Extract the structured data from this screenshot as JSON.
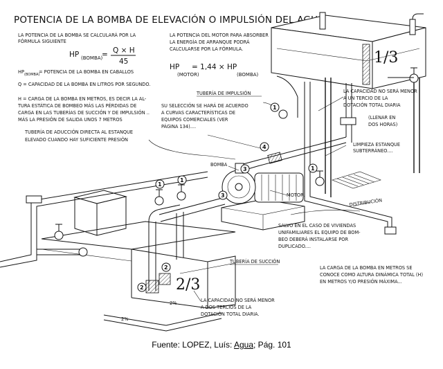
{
  "title": "POTENCIA DE LA BOMBA DE ELEVACIÓN O IMPULSIÓN DEL AGUA",
  "left_formula": {
    "intro": [
      "LA POTENCIA DE LA BOMBA SE CALCULARÁ POR LA",
      "FÓRMULA SIGUIENTE"
    ],
    "lhs": "HP",
    "lhs_sub": "(BOMBA)",
    "numerator": "Q × H",
    "denominator": "45"
  },
  "right_formula": {
    "intro": [
      "LA POTENCIA DEL MOTOR PARA ABSORBER",
      "LA ENERGÍA DE ARRANQUE PODRÁ",
      "CALCULARSE POR LA FÓRMULA."
    ],
    "lhs": "HP",
    "lhs_sub": "(MOTOR)",
    "rhs": "= 1,44 × HP",
    "rhs_sub": "(BOMBA)"
  },
  "definitions": {
    "hp_term": "HP",
    "hp_sub": "(BOMBA)",
    "hp_def": "= POTENCIA DE LA BOMBA EN CABALLOS",
    "q_def": "Q = CAPACIDAD DE LA BOMBA EN LITROS POR SEGUNDO.",
    "h_def": [
      "H = CARGA DE LA BOMBA EN METROS, ES DECIR LA AL-",
      "TURA ESTÁTICA DE BOMBEO MÁS LAS PÉRDIDAS DE",
      "CARGA EN LAS TUBERÍAS DE SUCCIÓN Y DE IMPULSIÓN ..",
      "MÁS LA PRESIÓN DE SALIDA UNOS 7 METROS"
    ],
    "aduccion": [
      "TUBERÍA DE ADUCCIÓN DIRECTA AL ESTANQUE",
      "ELEVADO CUANDO HAY SUFICIENTE PRESIÓN"
    ]
  },
  "labels": {
    "tuberia_impulsion": "TUBERÍA DE IMPULSIÓN",
    "seleccion": [
      "SU SELECCIÓN SE HARÁ DE ACUERDO",
      "A CURVAS CARACTERÍSTICAS DE",
      "EQUIPOS COMERCIALES (VER",
      "PÁGINA 134)...."
    ],
    "bomba": "BOMBA",
    "motor": "MOTOR.",
    "capacidad_superior": [
      "LA CAPACIDAD NO SERÁ MENOR",
      "A UN TERCIO DE LA",
      "DOTACIÓN TOTAL DIARIA"
    ],
    "llenar": [
      "(LLENAR EN",
      "DOS HORAS)"
    ],
    "limpieza": [
      "LIMPIEZA ESTANQUE",
      "SUBTERRÁNEO...."
    ],
    "distribucion": "DISTRIBUCIÓN",
    "salvo": [
      "SALVO EN EL CASO DE VIVIENDAS",
      "UNIFAMILIARES EL EQUIPO DE BOM-",
      "BEO DEBERÁ INSTALARSE POR",
      "DUPLICADO...."
    ],
    "carga_bomba": [
      "LA CARGA DE LA BOMBA EN METROS SE",
      "CONOCE COMO ALTURA DINÁMICA TOTAL (H)",
      "EN METROS Y/O PRESIÓN MÁXIMA..."
    ],
    "tuberia_succion": "TUBERÍA DE SUCCIÓN",
    "capacidad_inferior": [
      "LA CAPACIDAD NO SERÁ MENOR",
      "A DOS TERCIOS DE LA",
      "DOTACIÓN TOTAL DIARIA."
    ],
    "one_third": "1/3",
    "two_thirds": "2/3",
    "slope_a": "2%",
    "slope_b": "2%",
    "callouts": [
      "1",
      "1",
      "1",
      "1",
      "2",
      "2",
      "3",
      "3",
      "4"
    ]
  },
  "caption": {
    "prefix": "Fuente: LOPEZ, Luís: ",
    "book": "Agua",
    "suffix": "; Pág. 101"
  }
}
